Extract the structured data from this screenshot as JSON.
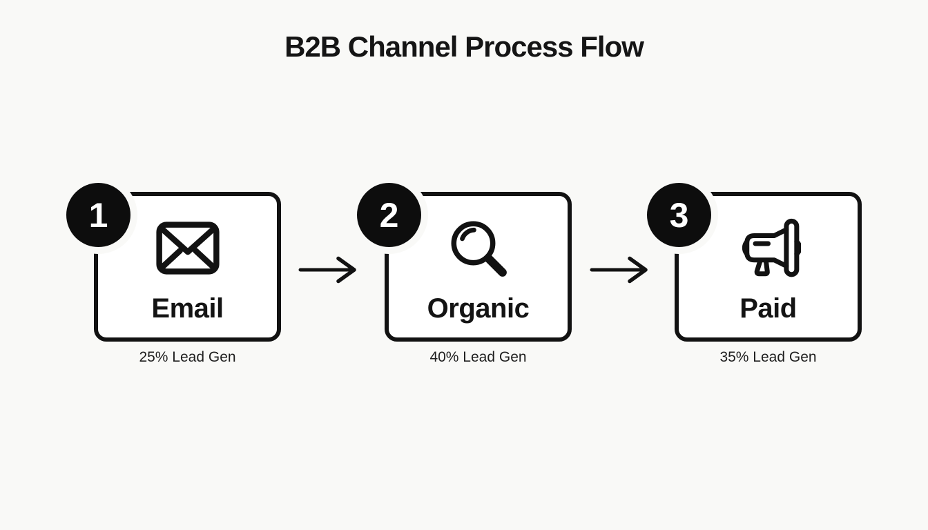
{
  "title": "B2B Channel Process Flow",
  "colors": {
    "background": "#f9f9f7",
    "ink": "#121212",
    "card_fill": "#ffffff",
    "badge_fill": "#0d0d0d",
    "badge_text": "#ffffff"
  },
  "steps": [
    {
      "number": "1",
      "label": "Email",
      "metric": "25% Lead Gen",
      "icon": "envelope-icon"
    },
    {
      "number": "2",
      "label": "Organic",
      "metric": "40% Lead Gen",
      "icon": "search-icon"
    },
    {
      "number": "3",
      "label": "Paid",
      "metric": "35% Lead Gen",
      "icon": "megaphone-icon"
    }
  ],
  "connectors": [
    {
      "type": "arrow-right"
    },
    {
      "type": "arrow-right"
    }
  ]
}
